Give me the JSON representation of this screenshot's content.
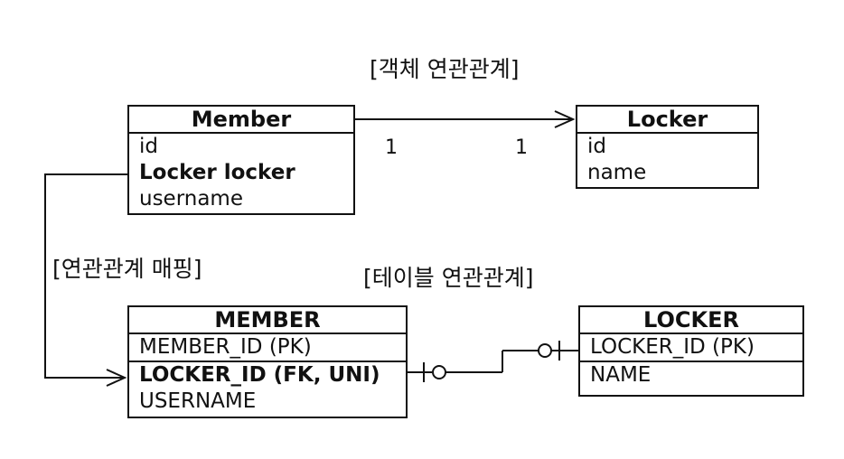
{
  "labels": {
    "object_relation": "[객체 연관관계]",
    "mapping": "[연관관계 매핑]",
    "table_relation": "[테이블 연관관계]"
  },
  "multiplicity": {
    "left": "1",
    "right": "1"
  },
  "entities": {
    "member": {
      "title": "Member",
      "fields": [
        "id",
        "Locker locker",
        "username"
      ]
    },
    "locker": {
      "title": "Locker",
      "fields": [
        "id",
        "name"
      ]
    }
  },
  "tables": {
    "member": {
      "title": "MEMBER",
      "fields": [
        "MEMBER_ID (PK)",
        "LOCKER_ID (FK, UNI)",
        "USERNAME"
      ]
    },
    "locker": {
      "title": "LOCKER",
      "fields": [
        "LOCKER_ID (PK)",
        "NAME"
      ]
    }
  }
}
